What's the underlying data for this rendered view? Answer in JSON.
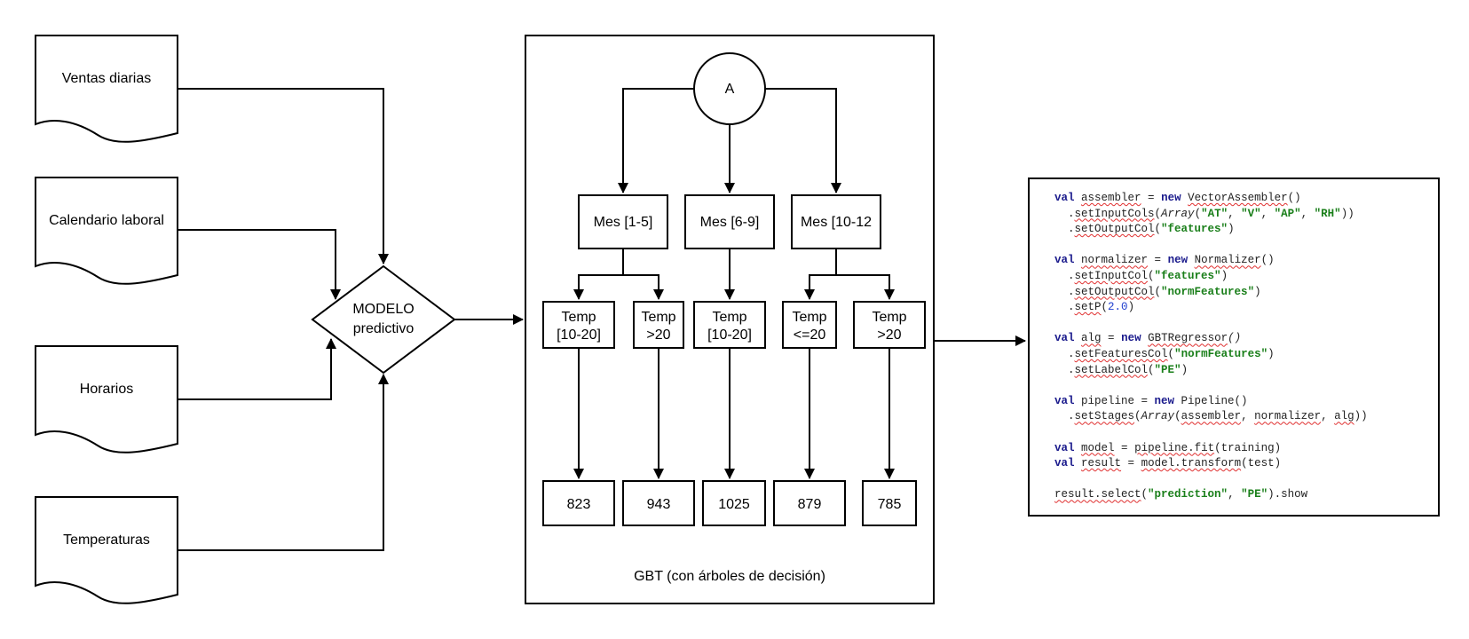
{
  "inputs": [
    {
      "id": "ventas",
      "label": "Ventas diarias"
    },
    {
      "id": "calendario",
      "label": "Calendario laboral"
    },
    {
      "id": "horarios",
      "label": "Horarios"
    },
    {
      "id": "temperaturas",
      "label": "Temperaturas"
    }
  ],
  "model_node": {
    "line1": "MODELO",
    "line2": "predictivo"
  },
  "gbt": {
    "root": "A",
    "months": [
      "Mes [1-5]",
      "Mes [6-9]",
      "Mes [10-12"
    ],
    "temps": [
      {
        "line1": "Temp",
        "line2": "[10-20]"
      },
      {
        "line1": "Temp",
        "line2": ">20"
      },
      {
        "line1": "Temp",
        "line2": "[10-20]"
      },
      {
        "line1": "Temp",
        "line2": "<=20"
      },
      {
        "line1": "Temp",
        "line2": ">20"
      }
    ],
    "leaves": [
      "823",
      "943",
      "1025",
      "879",
      "785"
    ],
    "caption": "GBT (con árboles de decisión)"
  },
  "code": {
    "lines": [
      [
        {
          "t": "val",
          "c": "kw"
        },
        {
          "t": " "
        },
        {
          "t": "assembler",
          "c": "sq"
        },
        {
          "t": " = "
        },
        {
          "t": "new",
          "c": "kw"
        },
        {
          "t": " "
        },
        {
          "t": "VectorAssembler",
          "c": "sq"
        },
        {
          "t": "()"
        }
      ],
      [
        {
          "t": "  ."
        },
        {
          "t": "setInputCols",
          "c": "sq"
        },
        {
          "t": "("
        },
        {
          "t": "Array",
          "c": "it"
        },
        {
          "t": "("
        },
        {
          "t": "\"AT\"",
          "c": "str"
        },
        {
          "t": ", "
        },
        {
          "t": "\"V\"",
          "c": "str"
        },
        {
          "t": ", "
        },
        {
          "t": "\"AP\"",
          "c": "str"
        },
        {
          "t": ", "
        },
        {
          "t": "\"RH\"",
          "c": "str"
        },
        {
          "t": "))"
        }
      ],
      [
        {
          "t": "  ."
        },
        {
          "t": "setOutputCol",
          "c": "sq"
        },
        {
          "t": "("
        },
        {
          "t": "\"features\"",
          "c": "str"
        },
        {
          "t": ")"
        }
      ],
      [],
      [
        {
          "t": "val",
          "c": "kw"
        },
        {
          "t": " "
        },
        {
          "t": "normalizer",
          "c": "sq"
        },
        {
          "t": " = "
        },
        {
          "t": "new",
          "c": "kw"
        },
        {
          "t": " "
        },
        {
          "t": "Normalizer",
          "c": "sq"
        },
        {
          "t": "()"
        }
      ],
      [
        {
          "t": "  ."
        },
        {
          "t": "setInputCol",
          "c": "sq"
        },
        {
          "t": "("
        },
        {
          "t": "\"features\"",
          "c": "str"
        },
        {
          "t": ")"
        }
      ],
      [
        {
          "t": "  ."
        },
        {
          "t": "setOutputCol",
          "c": "sq"
        },
        {
          "t": "("
        },
        {
          "t": "\"normFeatures\"",
          "c": "str"
        },
        {
          "t": ")"
        }
      ],
      [
        {
          "t": "  ."
        },
        {
          "t": "setP",
          "c": "sq"
        },
        {
          "t": "("
        },
        {
          "t": "2.0",
          "c": "num"
        },
        {
          "t": ")"
        }
      ],
      [],
      [
        {
          "t": "val",
          "c": "kw"
        },
        {
          "t": " "
        },
        {
          "t": "alg",
          "c": "sq"
        },
        {
          "t": " = "
        },
        {
          "t": "new",
          "c": "kw"
        },
        {
          "t": " "
        },
        {
          "t": "GBTRegressor",
          "c": "sq"
        },
        {
          "t": "()",
          "c": "it"
        }
      ],
      [
        {
          "t": "  ."
        },
        {
          "t": "setFeaturesCol",
          "c": "sq"
        },
        {
          "t": "("
        },
        {
          "t": "\"normFeatures\"",
          "c": "str"
        },
        {
          "t": ")"
        }
      ],
      [
        {
          "t": "  ."
        },
        {
          "t": "setLabelCol",
          "c": "sq"
        },
        {
          "t": "("
        },
        {
          "t": "\"PE\"",
          "c": "str"
        },
        {
          "t": ")"
        }
      ],
      [],
      [
        {
          "t": "val",
          "c": "kw"
        },
        {
          "t": " pipeline = "
        },
        {
          "t": "new",
          "c": "kw"
        },
        {
          "t": " Pipeline()"
        }
      ],
      [
        {
          "t": "  ."
        },
        {
          "t": "setStages",
          "c": "sq"
        },
        {
          "t": "("
        },
        {
          "t": "Array",
          "c": "it"
        },
        {
          "t": "("
        },
        {
          "t": "assembler",
          "c": "sq"
        },
        {
          "t": ", "
        },
        {
          "t": "normalizer",
          "c": "sq"
        },
        {
          "t": ", "
        },
        {
          "t": "alg",
          "c": "sq"
        },
        {
          "t": "))"
        }
      ],
      [],
      [
        {
          "t": "val",
          "c": "kw"
        },
        {
          "t": " "
        },
        {
          "t": "model",
          "c": "sq"
        },
        {
          "t": " = "
        },
        {
          "t": "pipeline.fit",
          "c": "sq"
        },
        {
          "t": "(training)"
        }
      ],
      [
        {
          "t": "val",
          "c": "kw"
        },
        {
          "t": " "
        },
        {
          "t": "result",
          "c": "sq"
        },
        {
          "t": " = "
        },
        {
          "t": "model.transform",
          "c": "sq"
        },
        {
          "t": "(test)"
        }
      ],
      [],
      [
        {
          "t": "result.select",
          "c": "sq"
        },
        {
          "t": "("
        },
        {
          "t": "\"prediction\"",
          "c": "str"
        },
        {
          "t": ", "
        },
        {
          "t": "\"PE\"",
          "c": "str"
        },
        {
          "t": ").show"
        }
      ]
    ]
  }
}
